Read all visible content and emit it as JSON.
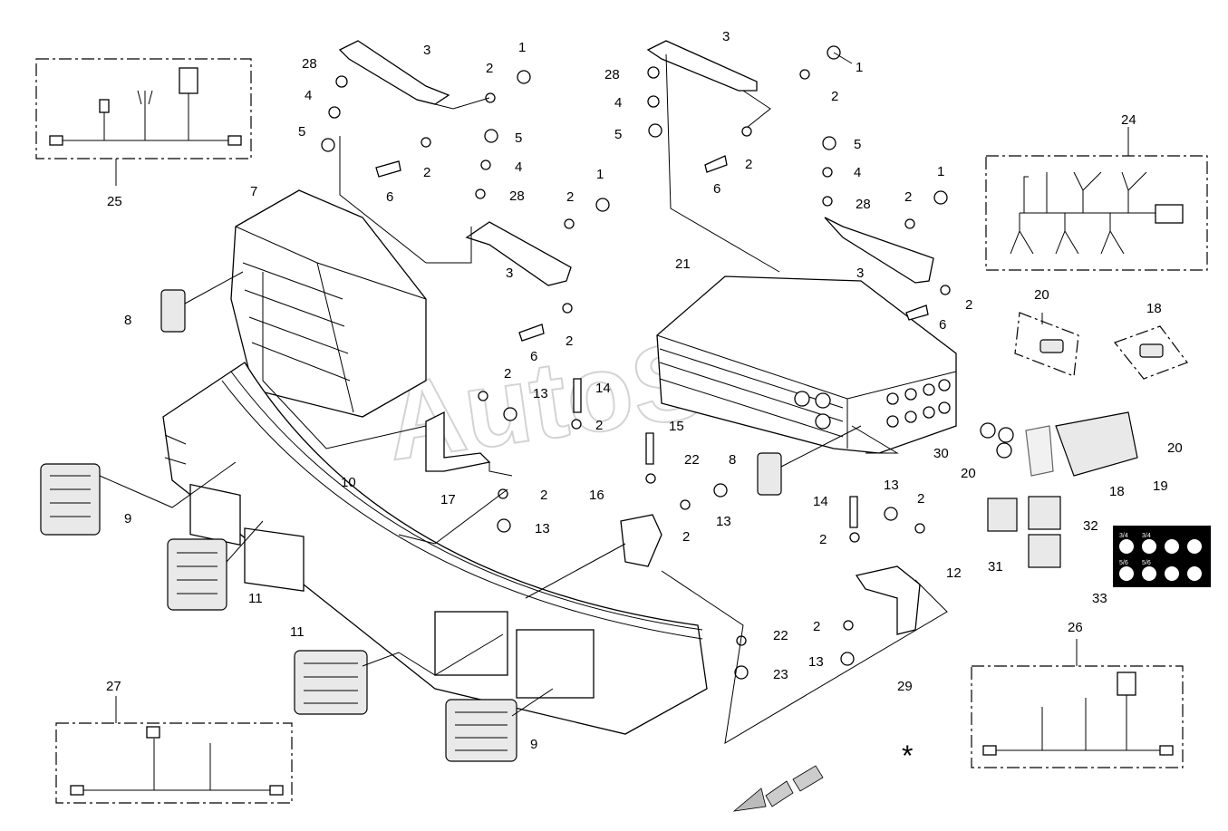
{
  "watermark": "AutoSoft",
  "star_symbol": "*",
  "callouts": {
    "c1": "1",
    "c1b": "1",
    "c1c": "1",
    "c1d": "1",
    "c2": "2",
    "c2b": "2",
    "c2c": "2",
    "c2d": "2",
    "c2e": "2",
    "c2f": "2",
    "c2g": "2",
    "c2h": "2",
    "c2i": "2",
    "c2j": "2",
    "c2k": "2",
    "c2l": "2",
    "c2m": "2",
    "c2n": "2",
    "c2o": "2",
    "c3": "3",
    "c3b": "3",
    "c3c": "3",
    "c3d": "3",
    "c4": "4",
    "c4b": "4",
    "c4c": "4",
    "c4d": "4",
    "c5": "5",
    "c5b": "5",
    "c5c": "5",
    "c5d": "5",
    "c6": "6",
    "c6b": "6",
    "c6c": "6",
    "c6d": "6",
    "c7": "7",
    "c8": "8",
    "c8b": "8",
    "c9": "9",
    "c9b": "9",
    "c10": "10",
    "c11": "11",
    "c11b": "11",
    "c12": "12",
    "c13": "13",
    "c13b": "13",
    "c13c": "13",
    "c13d": "13",
    "c13e": "13",
    "c14": "14",
    "c14b": "14",
    "c15": "15",
    "c16": "16",
    "c17": "17",
    "c18": "18",
    "c18b": "18",
    "c19": "19",
    "c20": "20",
    "c20b": "20",
    "c20c": "20",
    "c21": "21",
    "c22": "22",
    "c22b": "22",
    "c23": "23",
    "c24": "24",
    "c25": "25",
    "c26": "26",
    "c27": "27",
    "c28": "28",
    "c28b": "28",
    "c28c": "28",
    "c28d": "28",
    "c29": "29",
    "c30": "30",
    "c31": "31",
    "c32": "32",
    "c33": "33"
  },
  "switch_panel_labels": [
    "3/4",
    "3/4",
    "",
    "",
    "5/6",
    "5/6",
    "",
    ""
  ]
}
